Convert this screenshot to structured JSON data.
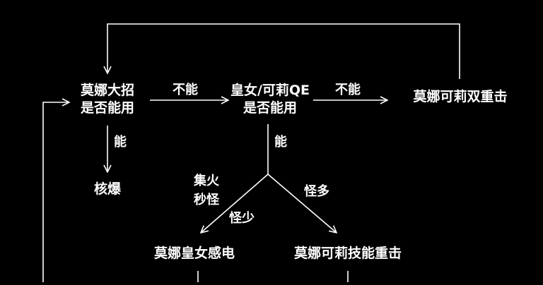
{
  "colors": {
    "background": "#000000",
    "foreground": "#ffffff"
  },
  "nodes": {
    "mona_ult": [
      "莫娜大招",
      "是否能用"
    ],
    "queen_qe": [
      "皇女/可莉QE",
      "是否能用"
    ],
    "mona_klee_double": "莫娜可莉双重击",
    "nuke": "核爆",
    "mona_queen_electro": "莫娜皇女感电",
    "mona_klee_skill": "莫娜可莉技能重击"
  },
  "edge_labels": {
    "no_1": "不能",
    "no_2": "不能",
    "yes_1": "能",
    "yes_2": "能",
    "focus_single": [
      "集火",
      "秒怪"
    ],
    "few_monsters": "怪少",
    "many_monsters": "怪多"
  }
}
